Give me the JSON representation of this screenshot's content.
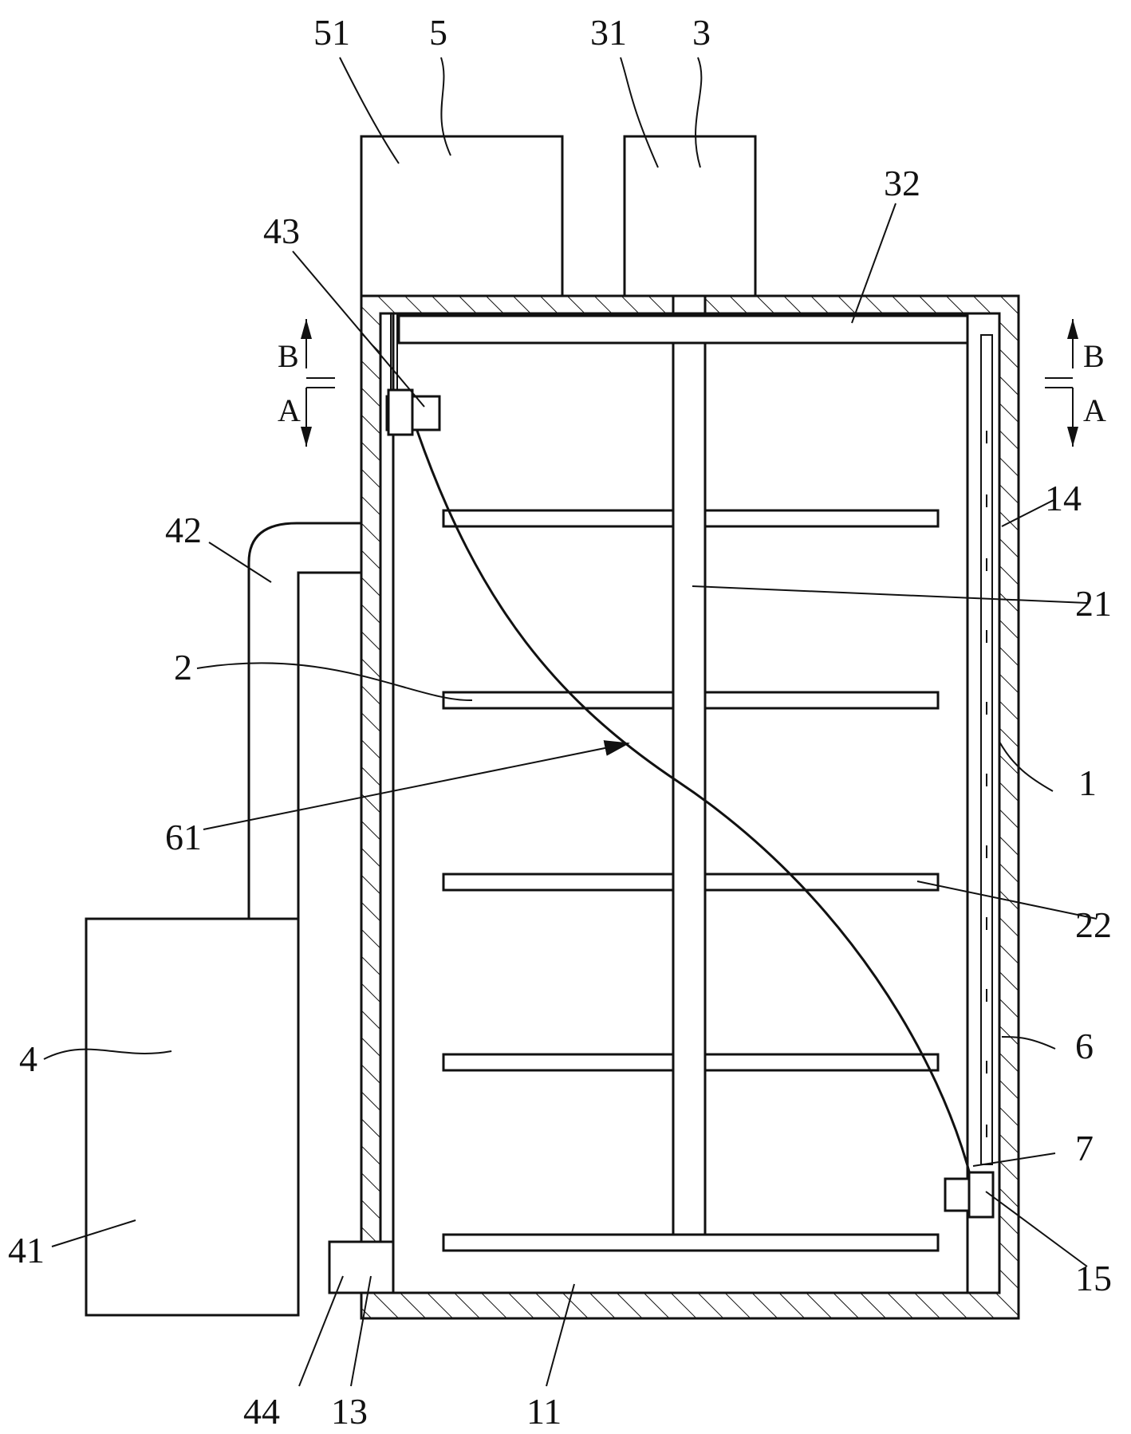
{
  "labels": {
    "n51": "51",
    "n5": "5",
    "n31": "31",
    "n3": "3",
    "n32": "32",
    "n43": "43",
    "n42": "42",
    "n2": "2",
    "n61": "61",
    "n4": "4",
    "n41": "41",
    "n44": "44",
    "n13": "13",
    "n11": "11",
    "n14": "14",
    "n21": "21",
    "n1": "1",
    "n22": "22",
    "n6": "6",
    "n7": "7",
    "n15": "15"
  },
  "section_marks": {
    "left_top": "B",
    "left_bottom": "A",
    "right_top": "B",
    "right_bottom": "A"
  }
}
